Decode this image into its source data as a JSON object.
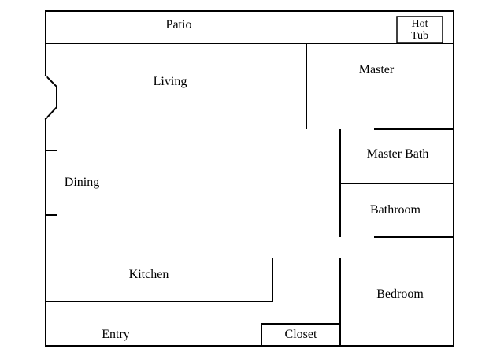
{
  "rooms": {
    "patio": "Patio",
    "hot_tub_line1": "Hot",
    "hot_tub_line2": "Tub",
    "living": "Living",
    "master": "Master",
    "master_bath": "Master Bath",
    "dining": "Dining",
    "bathroom": "Bathroom",
    "kitchen": "Kitchen",
    "bedroom": "Bedroom",
    "entry": "Entry",
    "closet": "Closet"
  }
}
